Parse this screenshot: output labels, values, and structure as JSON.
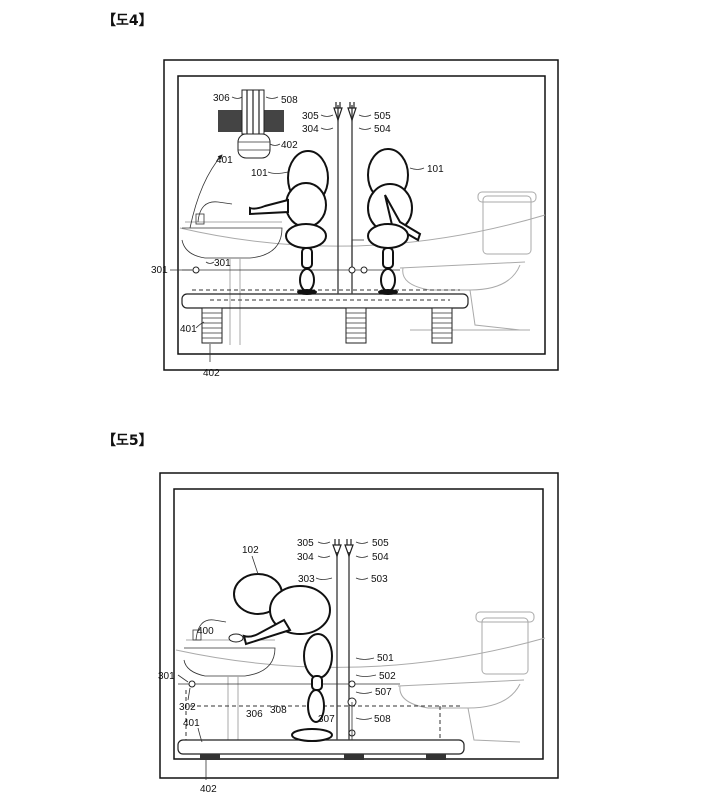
{
  "figures": [
    {
      "title": "【도4】",
      "labels": {
        "l306": "306",
        "l508": "508",
        "l305": "305",
        "l505": "505",
        "l304": "304",
        "l504": "504",
        "l402a": "402",
        "l401a": "401",
        "l101a": "101",
        "l101b": "101",
        "l301a": "301",
        "l301b": "301",
        "l401b": "401",
        "l402b": "402"
      }
    },
    {
      "title": "【도5】",
      "labels": {
        "l305": "305",
        "l505": "505",
        "l304": "304",
        "l504": "504",
        "l102": "102",
        "l303": "303",
        "l503": "503",
        "l400": "400",
        "l501": "501",
        "l301": "301",
        "l502": "502",
        "l302": "302",
        "l507": "507",
        "l401": "401",
        "l306": "306",
        "l308": "308",
        "l307": "307",
        "l508": "508",
        "l402": "402"
      }
    }
  ]
}
